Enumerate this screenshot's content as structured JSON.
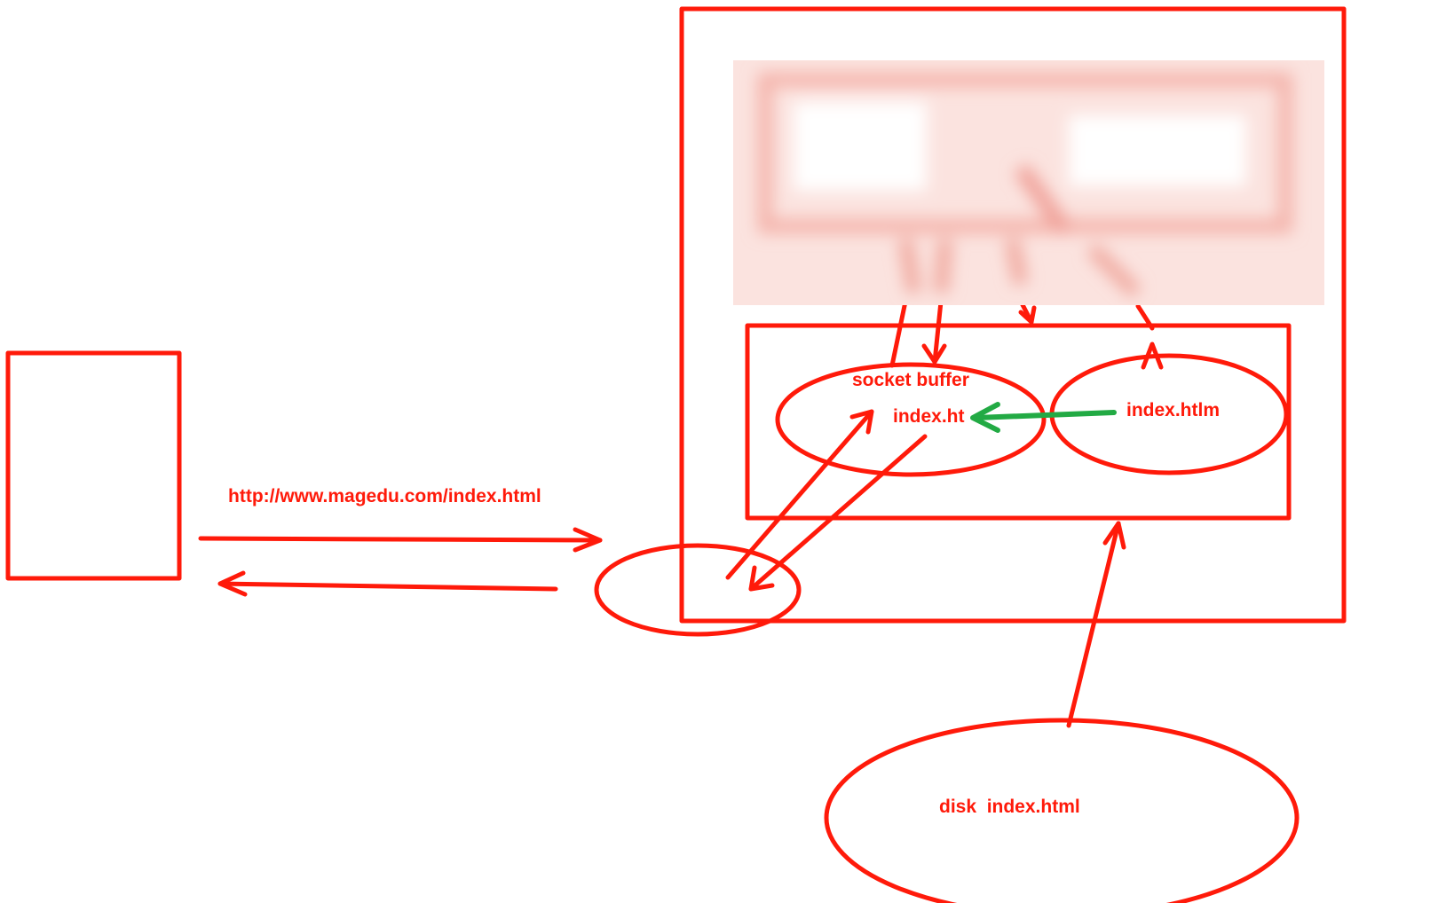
{
  "colors": {
    "ink": "#ff1a0a",
    "arrow_green": "#22aa44",
    "blurred_region": "#f7c8c2"
  },
  "labels": {
    "url": "http://www.magedu.com/index.html",
    "socket_buffer": "socket buffer",
    "socket_file_partial": "index.ht",
    "kernel_file": "index.htlm",
    "disk_file": "disk  index.html"
  }
}
